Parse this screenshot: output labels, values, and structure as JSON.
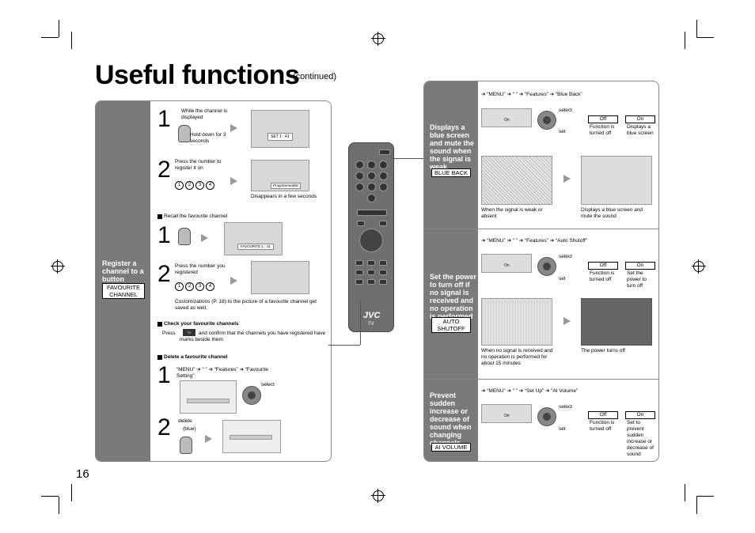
{
  "page": {
    "title": "Useful functions",
    "continued": "(continued)",
    "page_number": "16"
  },
  "left": {
    "side_heading": "Register a channel to a button",
    "side_tag": "FAVOURITE CHANNEL",
    "step1_num": "1",
    "step1_text": "While the channel is displayed",
    "step1_hold": "Hold down for 3 seconds",
    "step1_screen": "SET 1 : 41",
    "step2_num": "2",
    "step2_text": "Press the number to register it on",
    "step2_buttons": [
      "1",
      "2",
      "3",
      "4"
    ],
    "step2_screen": "Programmeable",
    "step2_note": "Disappears in a few seconds",
    "recall_heading": "Recall the favourite channel",
    "recall1_num": "1",
    "recall1_screen": "FAVOURITE 1 : 41",
    "recall2_num": "2",
    "recall2_text": "Press the number you registered",
    "recall2_buttons": [
      "1",
      "2",
      "3",
      "4"
    ],
    "recall2_note": "Customizations (P. 18) to the picture of a favourite channel get saved as well.",
    "check_heading": "Check your favourite channels",
    "check_text_a": "Press",
    "check_text_b": "and confirm that the channels you have registered have",
    "check_text_c": "marks beside them",
    "check_button": "TV MENU",
    "delete_heading": "Delete a favourite channel",
    "delete1_num": "1",
    "delete1_text": "“MENU” ➔ “   ” ➔ “Features” ➔ “Favourite Setting”",
    "delete1_select": "select",
    "delete2_num": "2",
    "delete2_text": "delete",
    "delete2_color": "(blue)"
  },
  "right": {
    "sec1": {
      "heading": "Displays a blue screen and mute the sound when the signal is weak",
      "tag": "BLUE BACK",
      "path": "➔ “MENU” ➔ “   ” ➔ “Features” ➔ “Blue Back”",
      "select": "select",
      "set": "set",
      "menu_value": "On",
      "off_label": "Off",
      "off_desc": "Function is turned off",
      "on_label": "On",
      "on_desc": "Displays a blue screen",
      "img1_caption": "When the signal is weak or absent",
      "img2_caption": "Displays a blue screen and mute the sound"
    },
    "sec2": {
      "heading": "Set the power to turn off if no signal is received and no operation is performed",
      "tag": "AUTO SHUTOFF",
      "path": "➔ “MENU” ➔ “   ” ➔ “Features” ➔ “Auto Shutoff”",
      "select": "select",
      "set": "set",
      "menu_value": "On",
      "off_label": "Off",
      "off_desc": "Function is turned off",
      "on_label": "On",
      "on_desc": "Set the power to turn off",
      "img1_caption": "When no signal is received and no operation is performed for about 15 minutes",
      "img2_caption": "The power turns off"
    },
    "sec3": {
      "heading": "Prevent sudden increase or decrease of sound when changing channels",
      "tag": "AI VOLUME",
      "path": "➔ “MENU” ➔ “   ” ➔ “Set Up” ➔ “AI Volume”",
      "select": "select",
      "set": "set",
      "menu_value": "On",
      "off_label": "Off",
      "off_desc": "Function is turned off",
      "on_label": "On",
      "on_desc": "Set to prevent sudden increase or decrease of sound"
    }
  },
  "remote": {
    "brand": "JVC",
    "sub": "TV"
  }
}
